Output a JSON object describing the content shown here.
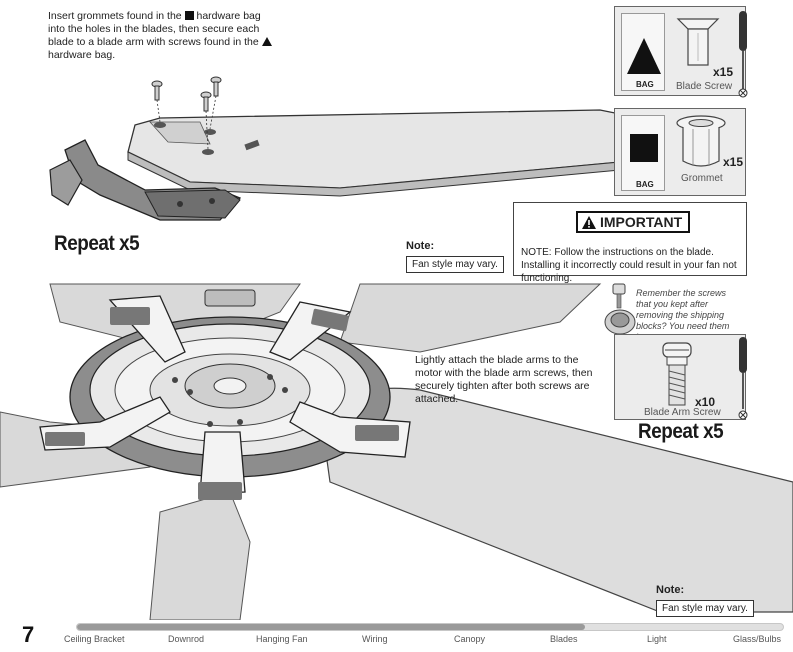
{
  "top_section": {
    "instruction_part1": "Insert grommets found in the",
    "instruction_part2": "hardware bag into the holes in the blades, then secure each blade to a blade arm with screws found in the",
    "instruction_part3": "hardware bag.",
    "repeat_label": "Repeat x5",
    "note_label": "Note:",
    "note_text": "Fan style may vary."
  },
  "hardware_blade_screw": {
    "bag_label": "BAG",
    "quantity": "x15",
    "caption": "Blade Screw"
  },
  "hardware_grommet": {
    "bag_label": "BAG",
    "quantity": "x15",
    "caption": "Grommet"
  },
  "important_box": {
    "title": "IMPORTANT",
    "text": "NOTE: Follow the instructions on the blade. Installing it incorrectly could result in your fan not functioning."
  },
  "bottom_section": {
    "instruction": "Lightly attach the blade arms to the motor with the blade arm screws, then securely tighten after both screws are attached.",
    "reminder": "Remember the screws that you kept after removing the shipping blocks? You need them here.",
    "repeat_label": "Repeat x5",
    "note_label": "Note:",
    "note_text": "Fan style may vary."
  },
  "hardware_blade_arm_screw": {
    "quantity": "x10",
    "caption": "Blade Arm Screw"
  },
  "footer": {
    "page_number": "7",
    "progress_fraction": 0.72,
    "nav_items": [
      "Ceiling Bracket",
      "Downrod",
      "Hanging Fan",
      "Wiring",
      "Canopy",
      "Blades",
      "Light",
      "Glass/Bulbs"
    ]
  },
  "colors": {
    "illustration_gray": "#d9d9d9",
    "line_dark": "#333333",
    "progress_fill": "#9a9a9a"
  }
}
